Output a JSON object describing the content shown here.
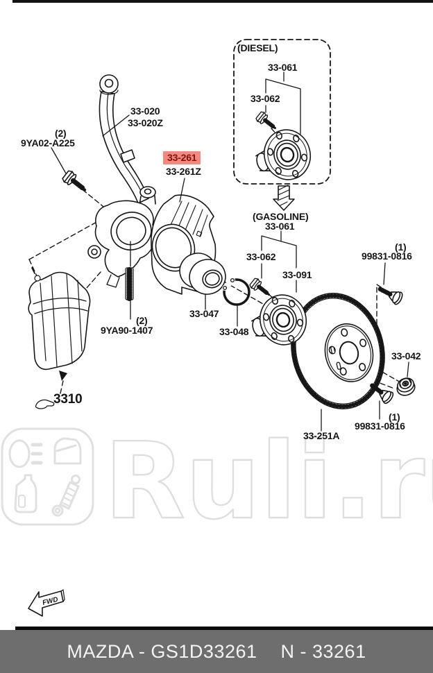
{
  "footer": {
    "left": "MAZDA - GS1D33261",
    "right": "N - 33261"
  },
  "watermark": {
    "text": "Ruli.ru"
  },
  "highlight": {
    "bg": "#f3887f",
    "text_color": "#7e120d"
  },
  "labels": {
    "strut_fork": "33-020",
    "strut_fork_z": "33-020Z",
    "strut_bolt_qty": "(2)",
    "strut_bolt": "9YA02-A225",
    "dust_shield": "33-261",
    "dust_shield_z": "33-261Z",
    "diesel_header": "(DIESEL)",
    "diesel_hub": "33-061",
    "diesel_hub_bolt": "33-062",
    "gasoline_header": "(GASOLINE)",
    "gasoline_hub": "33-061",
    "gasoline_hub_bolt": "33-062",
    "wheel_stud_ring": "33-091",
    "bearing": "33-047",
    "snap_ring": "33-048",
    "knuckle_stud_qty": "(2)",
    "knuckle_stud": "9YA90-1407",
    "lug_bolt_upper_qty": "(1)",
    "lug_bolt_upper": "99831-0816",
    "hub_nut": "33-042",
    "lug_bolt_lower_qty": "(1)",
    "lug_bolt_lower": "99831-0816",
    "brake_disc": "33-251A",
    "caliper_ref": "3310",
    "fwd": "FWD"
  }
}
